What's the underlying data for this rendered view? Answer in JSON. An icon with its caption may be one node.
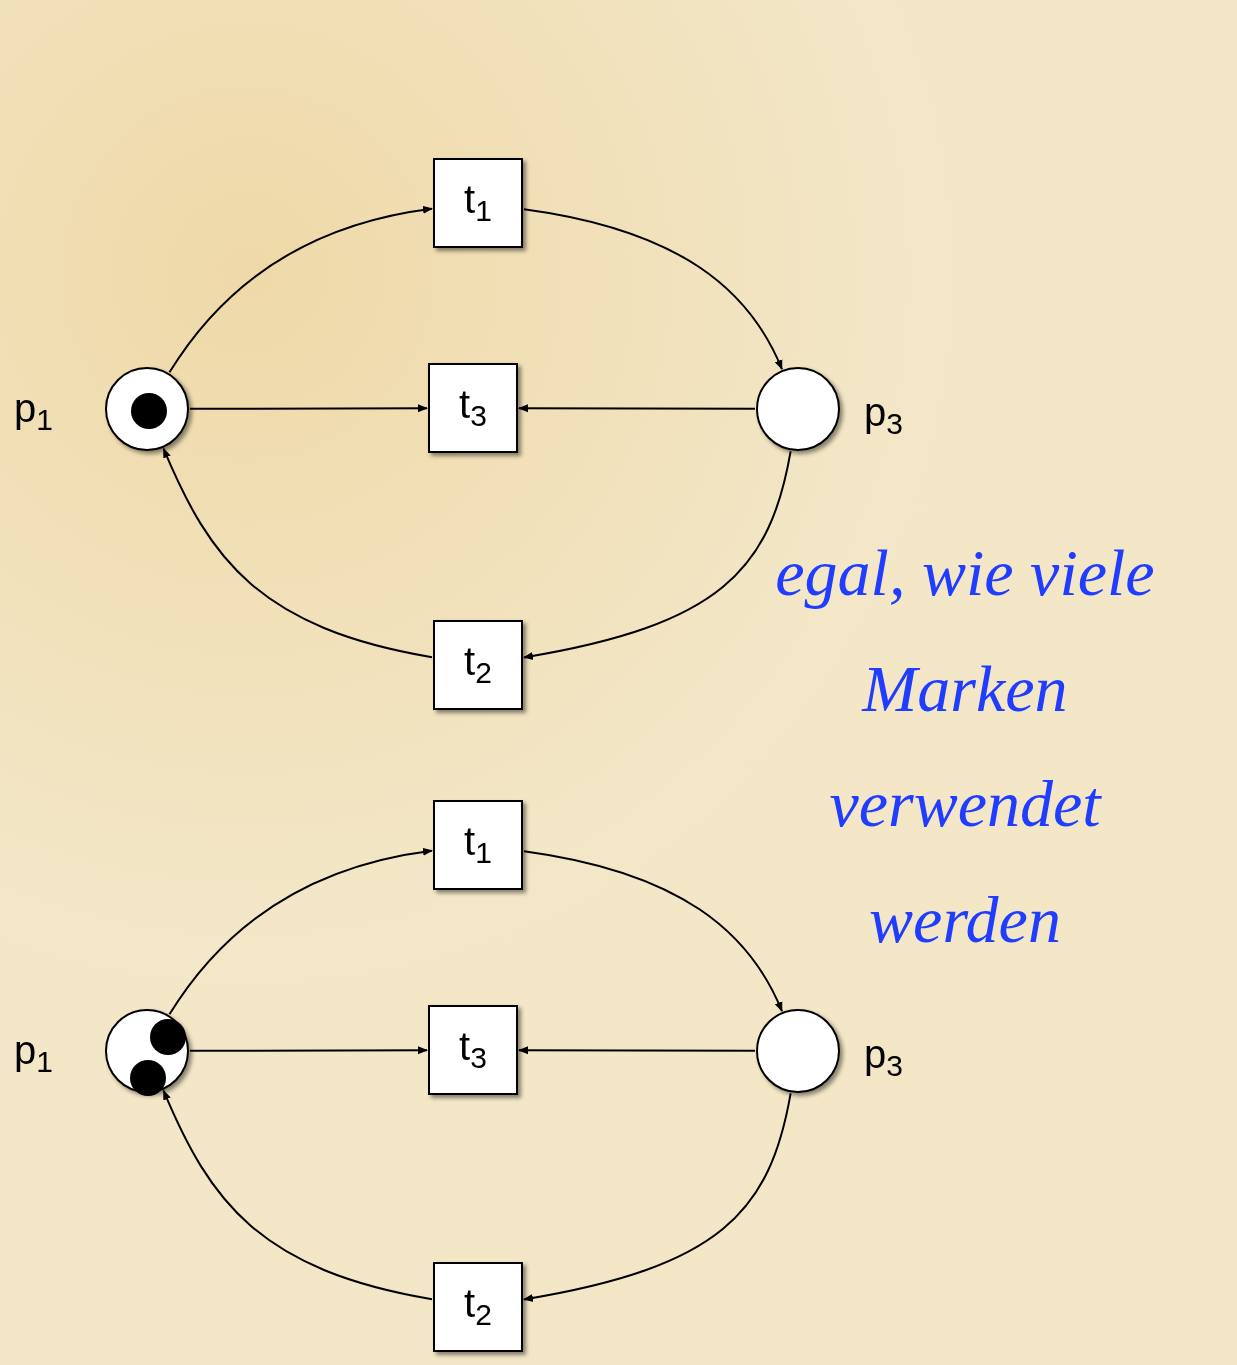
{
  "diagram": {
    "nodes": [
      {
        "text": [
          "t$_{1}$"
        ]
      },
      {
        "text": [],
        "shape": "circle",
        "beside": [
          "p$_{1}$"
        ]
      },
      {
        "text": [],
        "shape": "circle",
        "in": 1
      },
      {
        "text": [
          "t$_{3}$"
        ]
      },
      {
        "text": [],
        "shape": "circle",
        "beside": [
          "p$_{3}$"
        ]
      },
      {
        "text": [
          "t$_{2}$"
        ]
      },
      {
        "text": [
          "t$_{1}$"
        ]
      },
      {
        "text": [],
        "shape": "circle",
        "beside": [
          "p$_{1}$"
        ]
      },
      {
        "text": [],
        "shape": "circle",
        "in": 7
      },
      {
        "text": [],
        "shape": "circle",
        "in": 7
      },
      {
        "text": [
          "t$_{3}$"
        ]
      },
      {
        "text": [],
        "shape": "circle",
        "beside": [
          "p$_{3}$"
        ]
      },
      {
        "text": [
          "t$_{2}$"
        ]
      }
    ],
    "edges": [
      {
        "from": 1,
        "to": 0,
        "arrow": "to"
      },
      {
        "from": 0,
        "to": 4,
        "arrow": "to"
      },
      {
        "from": 1,
        "to": 3,
        "arrow": "to"
      },
      {
        "from": 4,
        "to": 3,
        "arrow": "to"
      },
      {
        "from": 4,
        "to": 5,
        "arrow": "to"
      },
      {
        "from": 5,
        "to": 1,
        "arrow": "to"
      },
      {
        "from": 7,
        "to": 6,
        "arrow": "to"
      },
      {
        "from": 6,
        "to": 11,
        "arrow": "to"
      },
      {
        "from": 7,
        "to": 10,
        "arrow": "to"
      },
      {
        "from": 11,
        "to": 10,
        "arrow": "to"
      },
      {
        "from": 11,
        "to": 12,
        "arrow": "to"
      },
      {
        "from": 12,
        "to": 7,
        "arrow": "to"
      }
    ],
    "labels": [
      "egal, wie viele Marken verwendet werden"
    ]
  }
}
